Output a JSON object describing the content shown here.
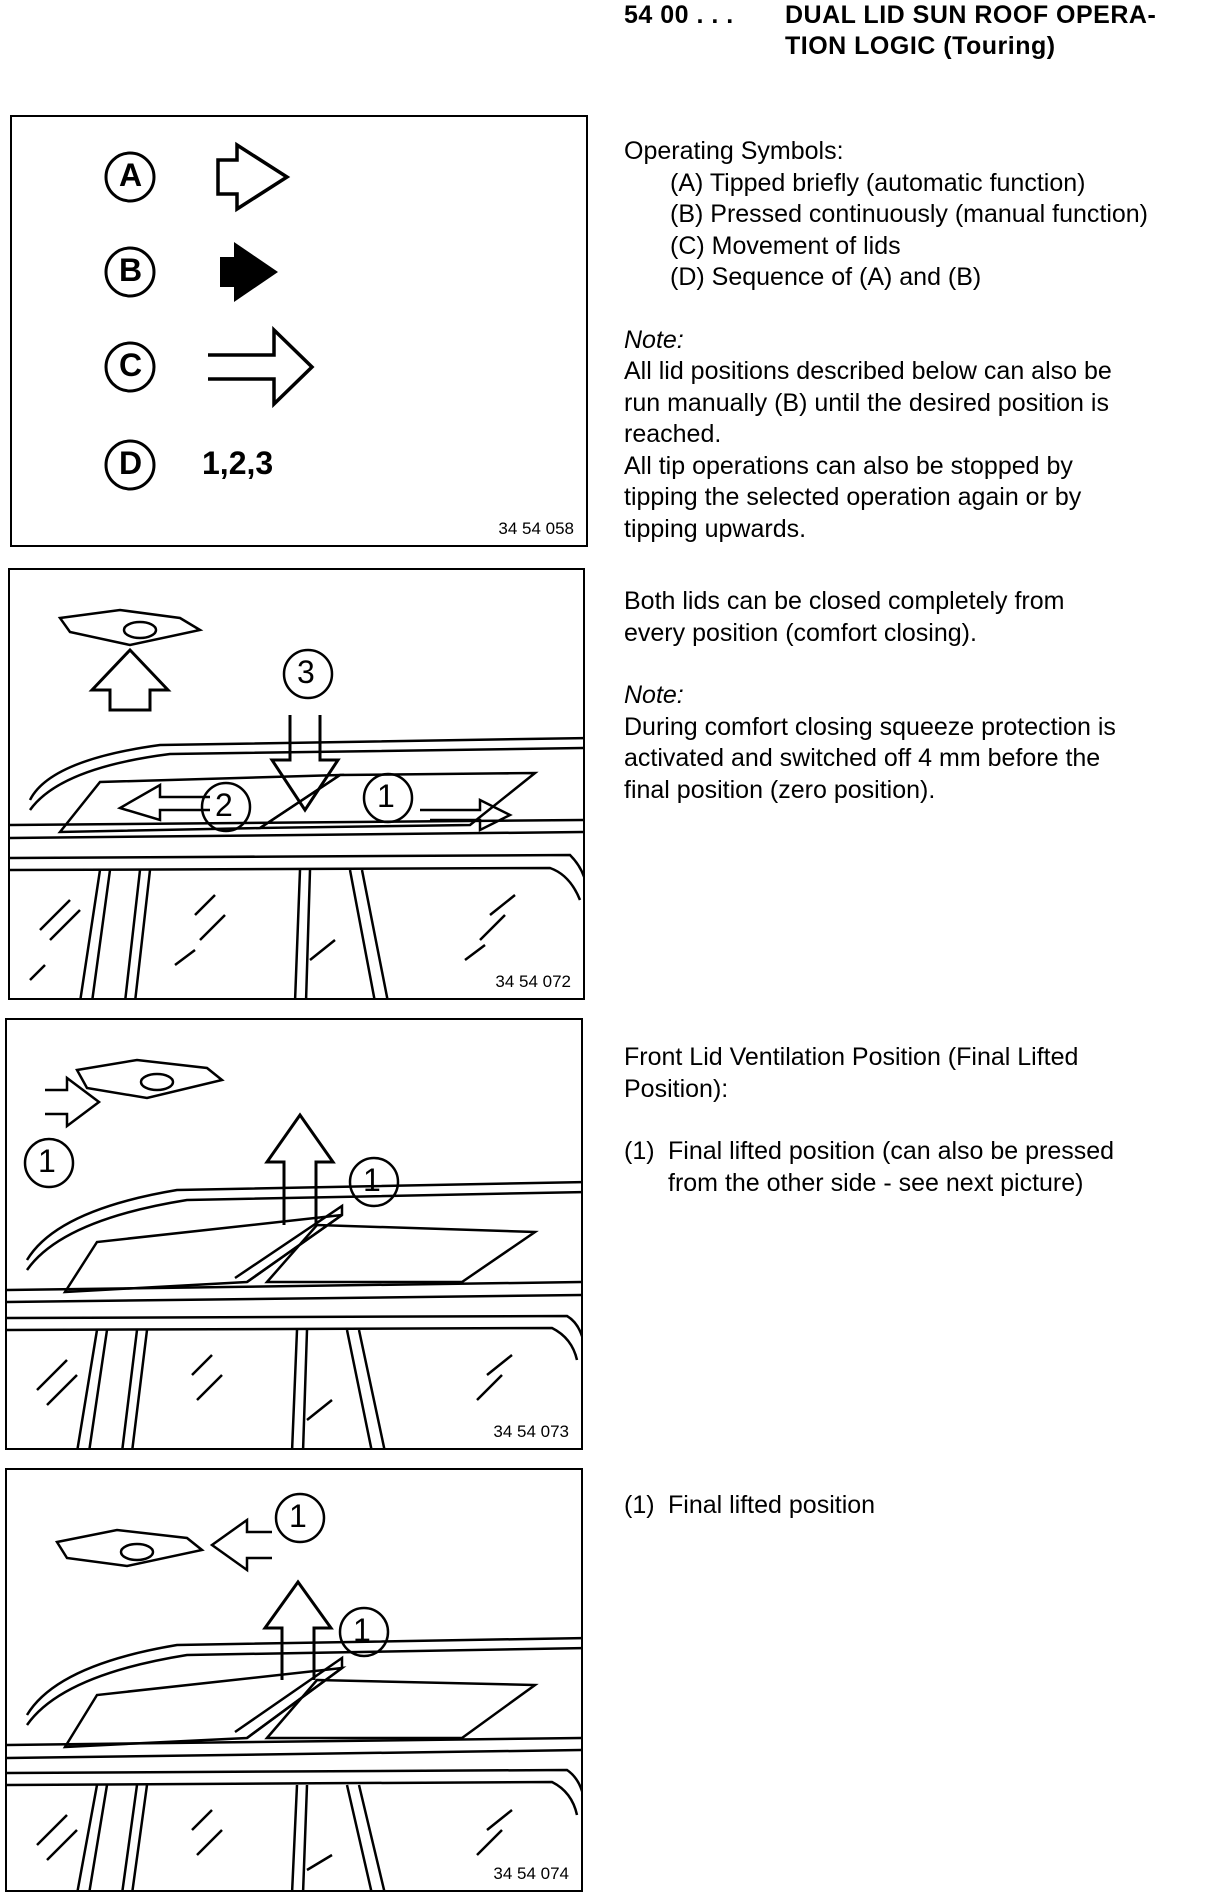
{
  "header": {
    "section": "54 00 . . .",
    "title_line1": "DUAL LID SUN ROOF OPERA-",
    "title_line2": "TION LOGIC (Touring)"
  },
  "figures": [
    {
      "number": "34 54 058",
      "symbols": [
        "A",
        "B",
        "C",
        "D"
      ],
      "sequence_label": "1,2,3"
    },
    {
      "number": "34 54 072",
      "callouts": [
        "3",
        "2",
        "1"
      ]
    },
    {
      "number": "34 54 073",
      "callouts": [
        "1",
        "1"
      ]
    },
    {
      "number": "34 54 074",
      "callouts": [
        "1",
        "1"
      ]
    }
  ],
  "section1": {
    "heading": "Operating Symbols:",
    "symbols": [
      "(A) Tipped briefly (automatic function)",
      "(B) Pressed continuously (manual function)",
      "(C) Movement of lids",
      "(D) Sequence of (A) and (B)"
    ],
    "note_label": "Note:",
    "note_lines": [
      "All lid positions described below can also be",
      "run manually (B) until the desired position is",
      "reached.",
      "All tip operations can also be stopped by",
      "tipping the selected operation again or by",
      "tipping upwards."
    ]
  },
  "section2": {
    "lines": [
      "Both lids can be closed completely from",
      "every position (comfort closing)."
    ],
    "note_label": "Note:",
    "note_lines": [
      "During comfort closing squeeze protection is",
      "activated and switched off 4 mm before the",
      "final position (zero position)."
    ]
  },
  "section3": {
    "heading_lines": [
      "Front Lid Ventilation Position (Final Lifted",
      "Position):"
    ],
    "item_number": "(1)",
    "item_lines": [
      "Final lifted position (can also be pressed",
      "from the other side - see next picture)"
    ]
  },
  "section4": {
    "item_number": "(1)",
    "item_text": "Final lifted position"
  }
}
